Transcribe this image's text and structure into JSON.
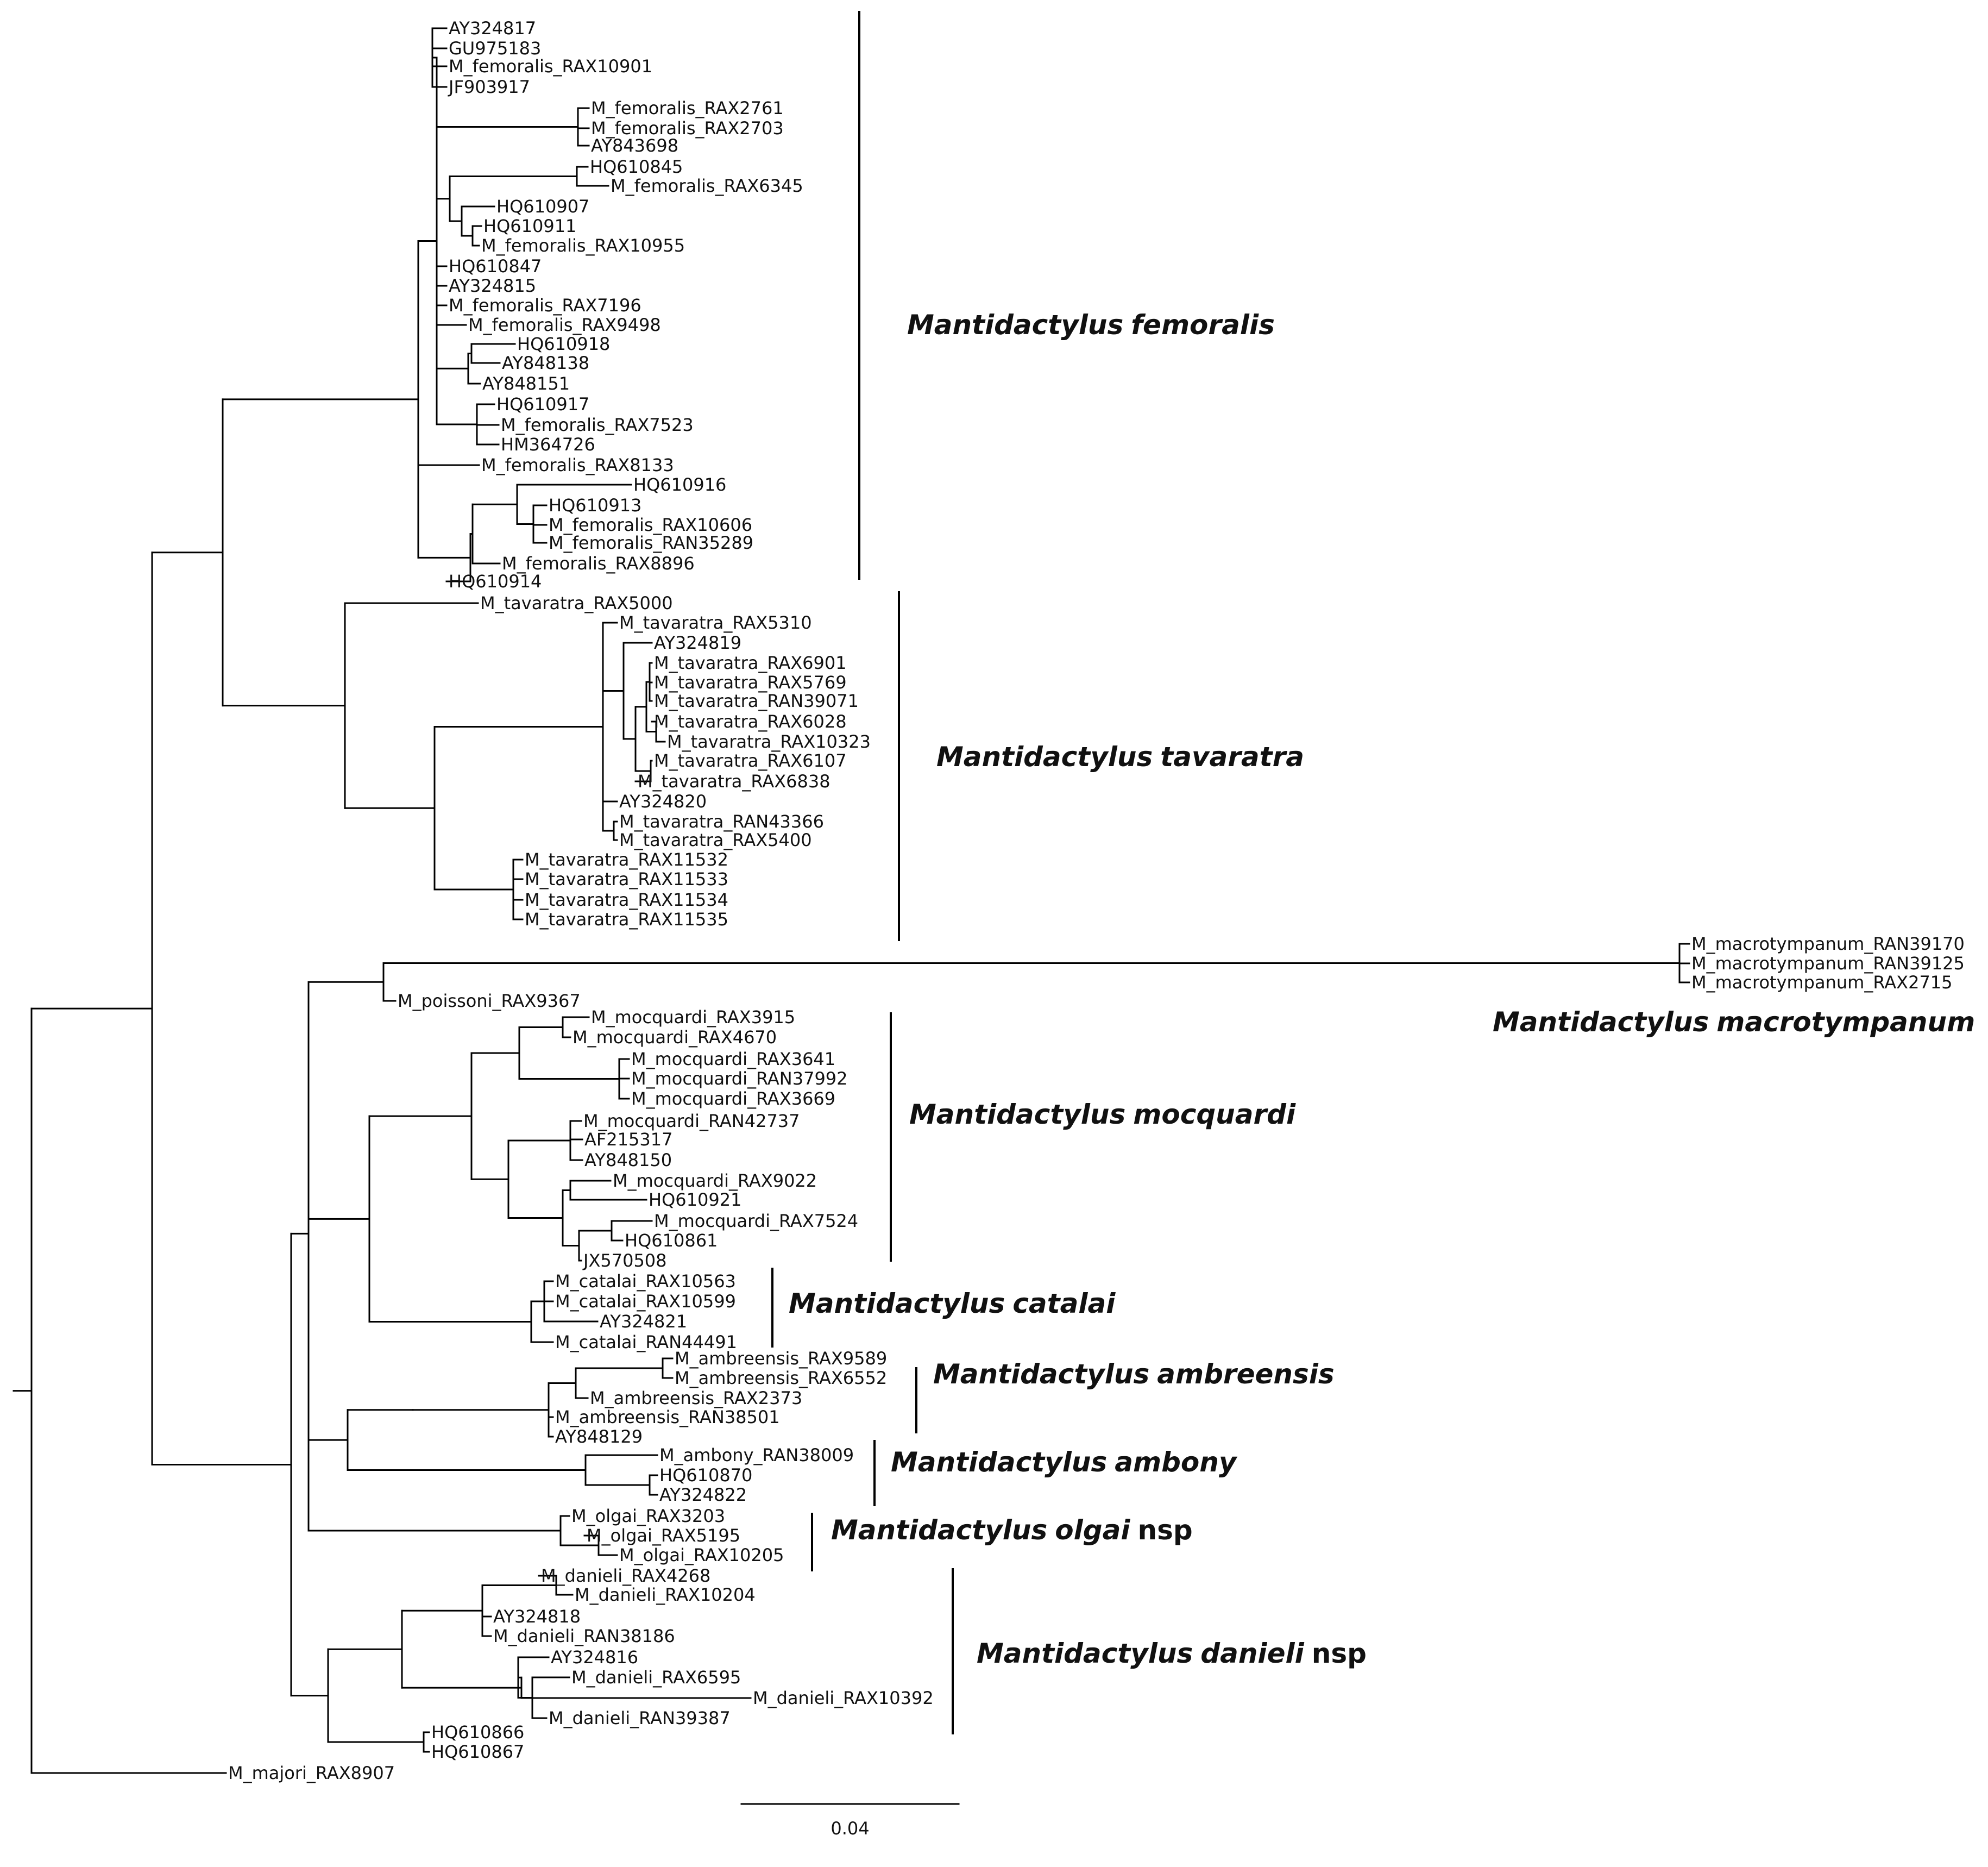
{
  "tree": {
    "leaves": [
      "AY324817",
      "GU975183",
      "M_femoralis_RAX10901",
      "JF903917",
      "M_femoralis_RAX2761",
      "M_femoralis_RAX2703",
      "AY843698",
      "HQ610845",
      "M_femoralis_RAX6345",
      "HQ610907",
      "HQ610911",
      "M_femoralis_RAX10955",
      "HQ610847",
      "AY324815",
      "M_femoralis_RAX7196",
      "M_femoralis_RAX9498",
      "HQ610918",
      "AY848138",
      "AY848151",
      "HQ610917",
      "M_femoralis_RAX7523",
      "HM364726",
      "M_femoralis_RAX8133",
      "HQ610916",
      "HQ610913",
      "M_femoralis_RAX10606",
      "M_femoralis_RAN35289",
      "M_femoralis_RAX8896",
      "HQ610914",
      "M_tavaratra_RAX5000",
      "M_tavaratra_RAX5310",
      "AY324819",
      "M_tavaratra_RAX6901",
      "M_tavaratra_RAX5769",
      "M_tavaratra_RAN39071",
      "M_tavaratra_RAX6028",
      "M_tavaratra_RAX10323",
      "M_tavaratra_RAX6107",
      "M_tavaratra_RAX6838",
      "AY324820",
      "M_tavaratra_RAN43366",
      "M_tavaratra_RAX5400",
      "M_tavaratra_RAX11532",
      "M_tavaratra_RAX11533",
      "M_tavaratra_RAX11534",
      "M_tavaratra_RAX11535",
      "M_macrotympanum_RAN39170",
      "M_macrotympanum_RAN39125",
      "M_macrotympanum_RAX2715",
      "M_poissoni_RAX9367",
      "M_mocquardi_RAX3915",
      "M_mocquardi_RAX4670",
      "M_mocquardi_RAX3641",
      "M_mocquardi_RAN37992",
      "M_mocquardi_RAX3669",
      "M_mocquardi_RAN42737",
      "AF215317",
      "AY848150",
      "M_mocquardi_RAX9022",
      "HQ610921",
      "M_mocquardi_RAX7524",
      "HQ610861",
      "JX570508",
      "M_catalai_RAX10563",
      "M_catalai_RAX10599",
      "AY324821",
      "M_catalai_RAN44491",
      "M_ambreensis_RAX9589",
      "M_ambreensis_RAX6552",
      "M_ambreensis_RAX2373",
      "M_ambreensis_RAN38501",
      "AY848129",
      "M_ambony_RAN38009",
      "HQ610870",
      "AY324822",
      "M_olgai_RAX3203",
      "M_olgai_RAX5195",
      "M_olgai_RAX10205",
      "M_danieli_RAX4268",
      "M_danieli_RAX10204",
      "AY324818",
      "M_danieli_RAN38186",
      "AY324816",
      "M_danieli_RAX6595",
      "M_danieli_RAX10392",
      "M_danieli_RAN39387",
      "HQ610866",
      "HQ610867",
      "M_majori_RAX8907"
    ],
    "clades": [
      {
        "genus": "Mantidactylus",
        "species": "femoralis",
        "suffix": ""
      },
      {
        "genus": "Mantidactylus",
        "species": "tavaratra",
        "suffix": ""
      },
      {
        "genus": "Mantidactylus",
        "species": "macrotympanum",
        "suffix": ""
      },
      {
        "genus": "Mantidactylus",
        "species": "mocquardi",
        "suffix": ""
      },
      {
        "genus": "Mantidactylus",
        "species": "catalai",
        "suffix": ""
      },
      {
        "genus": "Mantidactylus",
        "species": "ambreensis",
        "suffix": ""
      },
      {
        "genus": "Mantidactylus",
        "species": "ambony",
        "suffix": ""
      },
      {
        "genus": "Mantidactylus",
        "species": "olgai",
        "suffix": "nsp"
      },
      {
        "genus": "Mantidactylus",
        "species": "danieli",
        "suffix": "nsp"
      }
    ],
    "scale_label": "0.04"
  }
}
